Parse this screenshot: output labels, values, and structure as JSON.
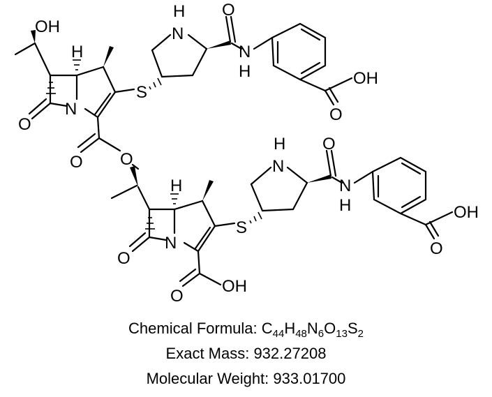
{
  "structure": {
    "atom_labels": {
      "top_oh": "OH",
      "top_h": "H",
      "top_n_bl": "N",
      "top_o_carbonyl": "O",
      "top_s": "S",
      "top_nh_ring": "H",
      "top_n_ring": "N",
      "top_o_amide": "O",
      "top_nh_amide": "N",
      "top_h_amide": "H",
      "top_oh_acid": "OH",
      "top_o_acid": "O",
      "ester_o_dbl": "O",
      "ester_o": "O",
      "bot_h": "H",
      "bot_n_bl": "N",
      "bot_o_carbonyl": "O",
      "bot_s": "S",
      "bot_nh_ring": "H",
      "bot_n_ring": "N",
      "bot_o_amide": "O",
      "bot_nh_amide": "N",
      "bot_h_amide": "H",
      "bot_oh_acid": "OH",
      "bot_o_acid": "O",
      "cooh_o": "O",
      "cooh_oh": "OH"
    }
  },
  "caption": {
    "formula_label": "Chemical Formula: ",
    "formula_parts": [
      {
        "t": "C",
        "s": "44"
      },
      {
        "t": "H",
        "s": "48"
      },
      {
        "t": "N",
        "s": "6"
      },
      {
        "t": "O",
        "s": "13"
      },
      {
        "t": "S",
        "s": "2"
      }
    ],
    "exact_mass": "Exact Mass: 932.27208",
    "molecular_weight": "Molecular Weight: 933.01700"
  }
}
